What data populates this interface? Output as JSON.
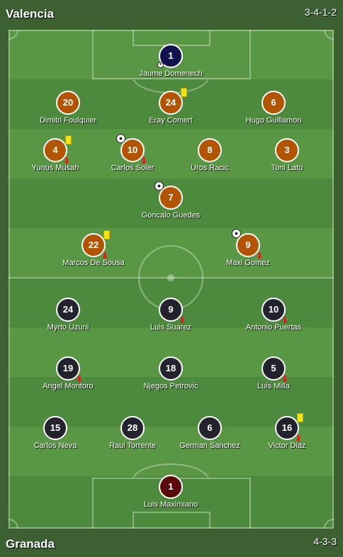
{
  "home": {
    "name": "Valencia",
    "formation": "3-4-1-2",
    "color": "#b35400",
    "gk_color": "#12134d",
    "players": [
      {
        "number": "1",
        "name": "Jaume Domenech",
        "goalkeeper": true,
        "own_goal": true
      },
      {
        "number": "20",
        "name": "Dimitri Foulquier"
      },
      {
        "number": "24",
        "name": "Eray Comert",
        "yellow": true
      },
      {
        "number": "6",
        "name": "Hugo Guillamon"
      },
      {
        "number": "4",
        "name": "Yunus Musah",
        "yellow": true,
        "sub_off": true
      },
      {
        "number": "10",
        "name": "Carlos Soler",
        "goal": true,
        "sub_off": true
      },
      {
        "number": "8",
        "name": "Uros Racic"
      },
      {
        "number": "3",
        "name": "Toni Lato"
      },
      {
        "number": "7",
        "name": "Goncalo Guedes",
        "goal": true
      },
      {
        "number": "22",
        "name": "Marcos De Sousa",
        "yellow": true,
        "sub_off": true
      },
      {
        "number": "9",
        "name": "Maxi Gomez",
        "goal": true,
        "sub_off": true
      }
    ]
  },
  "away": {
    "name": "Granada",
    "formation": "4-3-3",
    "color": "#23232e",
    "gk_color": "#5a0a0a",
    "players": [
      {
        "number": "24",
        "name": "Myrto Uzuni"
      },
      {
        "number": "9",
        "name": "Luis Suarez",
        "sub_off": true
      },
      {
        "number": "10",
        "name": "Antonio Puertas",
        "sub_off": true
      },
      {
        "number": "19",
        "name": "Angel Montoro",
        "sub_off": true
      },
      {
        "number": "18",
        "name": "Njegos Petrovic"
      },
      {
        "number": "5",
        "name": "Luis Milla",
        "sub_off": true
      },
      {
        "number": "15",
        "name": "Carlos Neva"
      },
      {
        "number": "28",
        "name": "Raul Torrente"
      },
      {
        "number": "6",
        "name": "German Sanchez"
      },
      {
        "number": "16",
        "name": "Victor Diaz",
        "yellow": true,
        "sub_off": true
      },
      {
        "number": "1",
        "name": "Luis Maximiano",
        "goalkeeper": true
      }
    ]
  },
  "icons": {
    "yellow_card": "yellow-card-icon",
    "sub_off": "substitution-off-arrow-icon",
    "goal": "football-goal-icon",
    "own_goal": "own-goal-icon"
  }
}
